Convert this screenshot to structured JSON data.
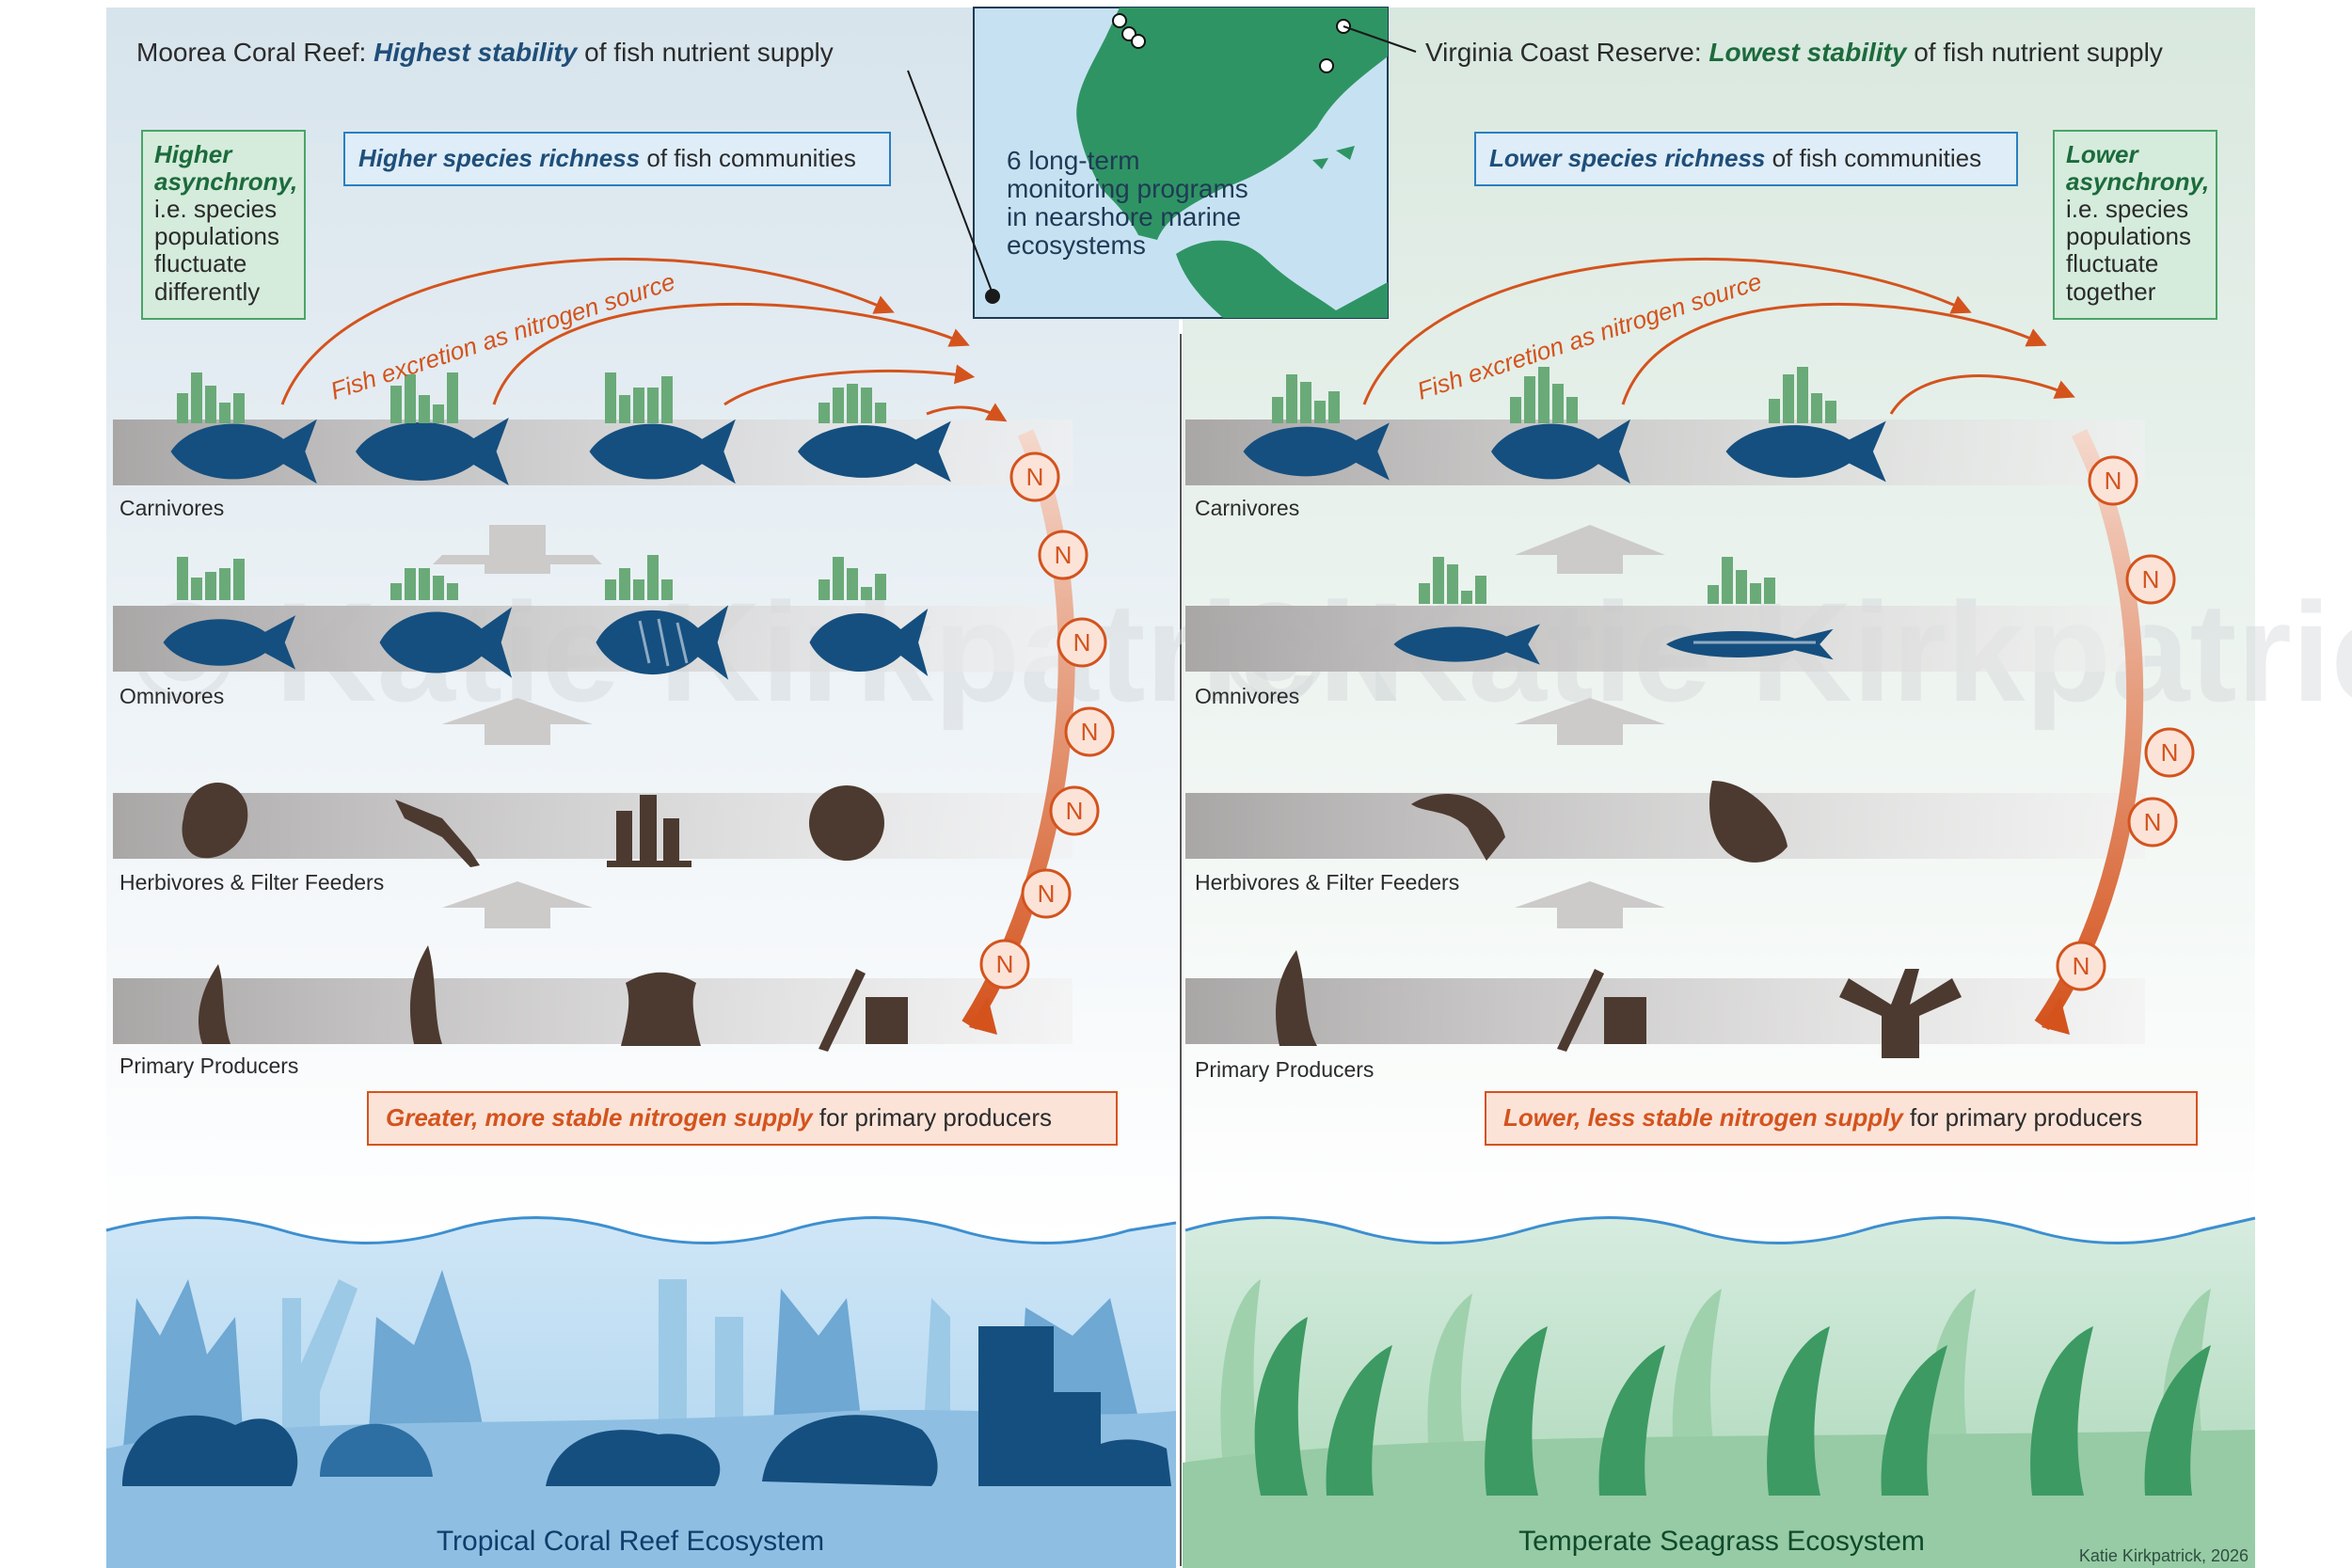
{
  "left": {
    "title_pre": "Moorea Coral Reef: ",
    "title_hl": "Highest stability",
    "title_post": " of fish nutrient supply",
    "richness_hl": "Higher species richness",
    "richness_post": " of fish communities",
    "asynchrony_hl": "Higher asynchrony,",
    "asynchrony_rest": "i.e. species populations fluctuate differently",
    "arrow_label": "Fish excretion as nitrogen source",
    "levels": [
      "Carnivores",
      "Omnivores",
      "Herbivores & Filter Feeders",
      "Primary Producers"
    ],
    "supply_hl": "Greater, more stable nitrogen supply",
    "supply_post": " for primary producers",
    "ecosystem": "Tropical Coral Reef Ecosystem",
    "color": "#1f4e79"
  },
  "right": {
    "title_pre": "Virginia Coast Reserve: ",
    "title_hl": "Lowest stability",
    "title_post": " of fish nutrient supply",
    "richness_hl": "Lower species richness",
    "richness_post": " of fish communities",
    "asynchrony_hl": "Lower asynchrony,",
    "asynchrony_rest": "i.e. species populations fluctuate together",
    "arrow_label": "Fish excretion as nitrogen source",
    "levels": [
      "Carnivores",
      "Omnivores",
      "Herbivores & Filter Feeders",
      "Primary Producers"
    ],
    "supply_hl": "Lower, less stable nitrogen supply",
    "supply_post": " for primary producers",
    "ecosystem": "Temperate Seagrass Ecosystem",
    "color": "#1c6b3c"
  },
  "map": {
    "text": "6 long-term monitoring programs in nearshore marine ecosystems"
  },
  "nitrogen_symbol": "N",
  "credit": "Katie Kirkpatrick, 2026",
  "watermark": "© Katie Kirkpatrick",
  "colors": {
    "fish": "#154f7f",
    "bars": "#6aaa78",
    "accent": "#d4531d",
    "coral_light": "#a9d2ee",
    "seagrass_light": "#a8d6b4",
    "land": "#2f9464"
  }
}
